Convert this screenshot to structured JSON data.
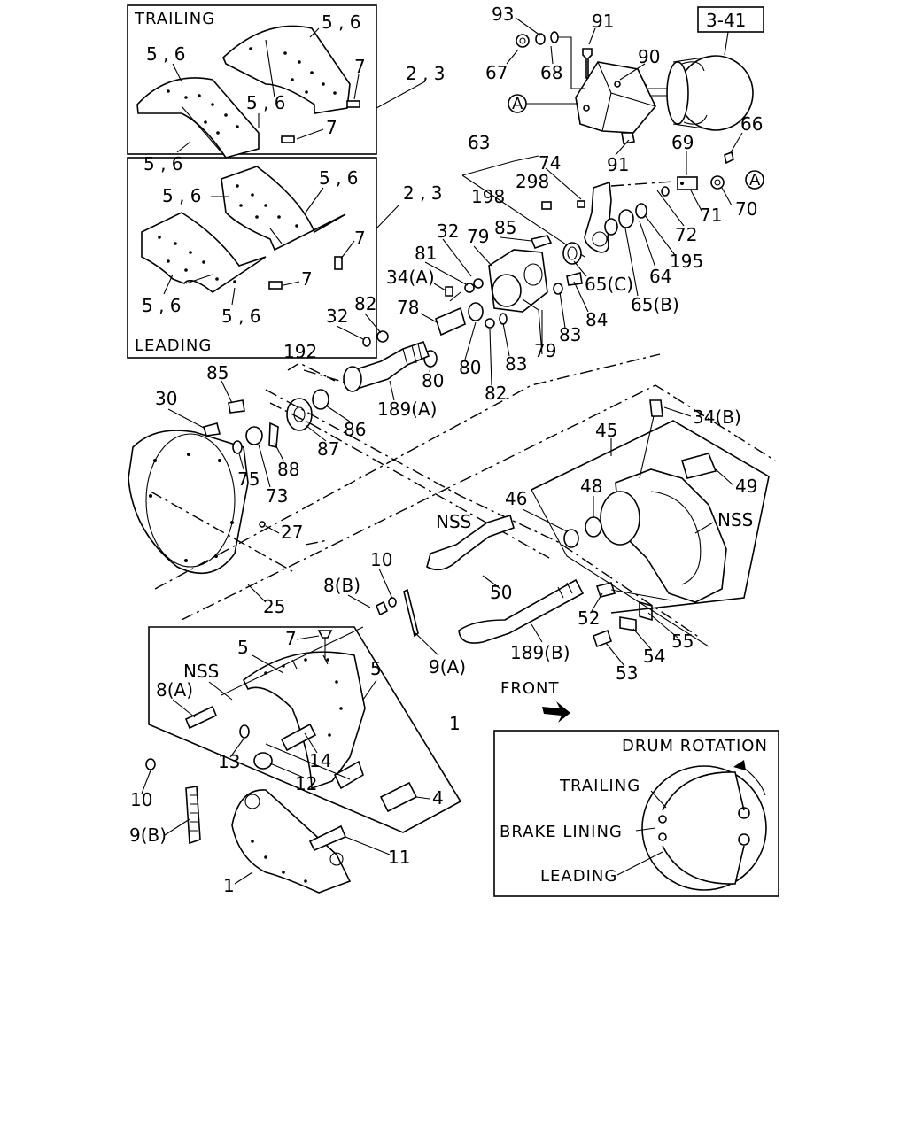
{
  "diagram": {
    "ref_box": "3-41",
    "inset_trailing": {
      "title": "TRAILING",
      "labels": [
        "5 , 6",
        "5 , 6",
        "5 , 6",
        "5 , 6",
        "7",
        "7"
      ]
    },
    "inset_leading": {
      "title": "LEADING",
      "labels": [
        "5 , 6",
        "5 , 6",
        "5 , 6",
        "5 , 6",
        "7",
        "7"
      ]
    },
    "group_label_23_a": "2 , 3",
    "group_label_23_b": "2 , 3",
    "rotation_box": {
      "title": "DRUM ROTATION",
      "trailing": "TRAILING",
      "brake_lining": "BRAKE LINING",
      "leading": "LEADING"
    },
    "front": "FRONT",
    "circle_ref": "A",
    "part_labels": {
      "p93": "93",
      "p91a": "91",
      "p67": "67",
      "p68": "68",
      "p90": "90",
      "p91b": "91",
      "p63": "63",
      "p74": "74",
      "p298": "298",
      "p69": "69",
      "p66": "66",
      "p198": "198",
      "p71": "71",
      "p70": "70",
      "p72": "72",
      "p32a": "32",
      "p79a": "79",
      "p85a": "85",
      "p64": "64",
      "p195": "195",
      "p81": "81",
      "p34a": "34(A)",
      "p65c": "65(C)",
      "p65b": "65(B)",
      "p32b": "32",
      "p82a": "82",
      "p78": "78",
      "p84": "84",
      "p83a": "83",
      "p80a": "80",
      "p80b": "80",
      "p83b": "83",
      "p79b": "79",
      "p192": "192",
      "p82b": "82",
      "p189a": "189(A)",
      "p85b": "85",
      "p30": "30",
      "p86": "86",
      "p87": "87",
      "p88": "88",
      "p75": "75",
      "p73": "73",
      "p34b": "34(B)",
      "p45": "45",
      "p48": "48",
      "p49": "49",
      "p46": "46",
      "nss1": "NSS",
      "nss2": "NSS",
      "p27": "27",
      "p50": "50",
      "p10a": "10",
      "p8b": "8(B)",
      "p52": "52",
      "p55": "55",
      "p54": "54",
      "p53": "53",
      "p25": "25",
      "p189b": "189(B)",
      "p9a": "9(A)",
      "p7": "7",
      "p5a": "5",
      "p5b": "5",
      "nss3": "NSS",
      "p8a": "8(A)",
      "p1a": "1",
      "p13": "13",
      "p14": "14",
      "p12": "12",
      "p10b": "10",
      "p4": "4",
      "p9b": "9(B)",
      "p11": "11",
      "p1b": "1"
    }
  }
}
